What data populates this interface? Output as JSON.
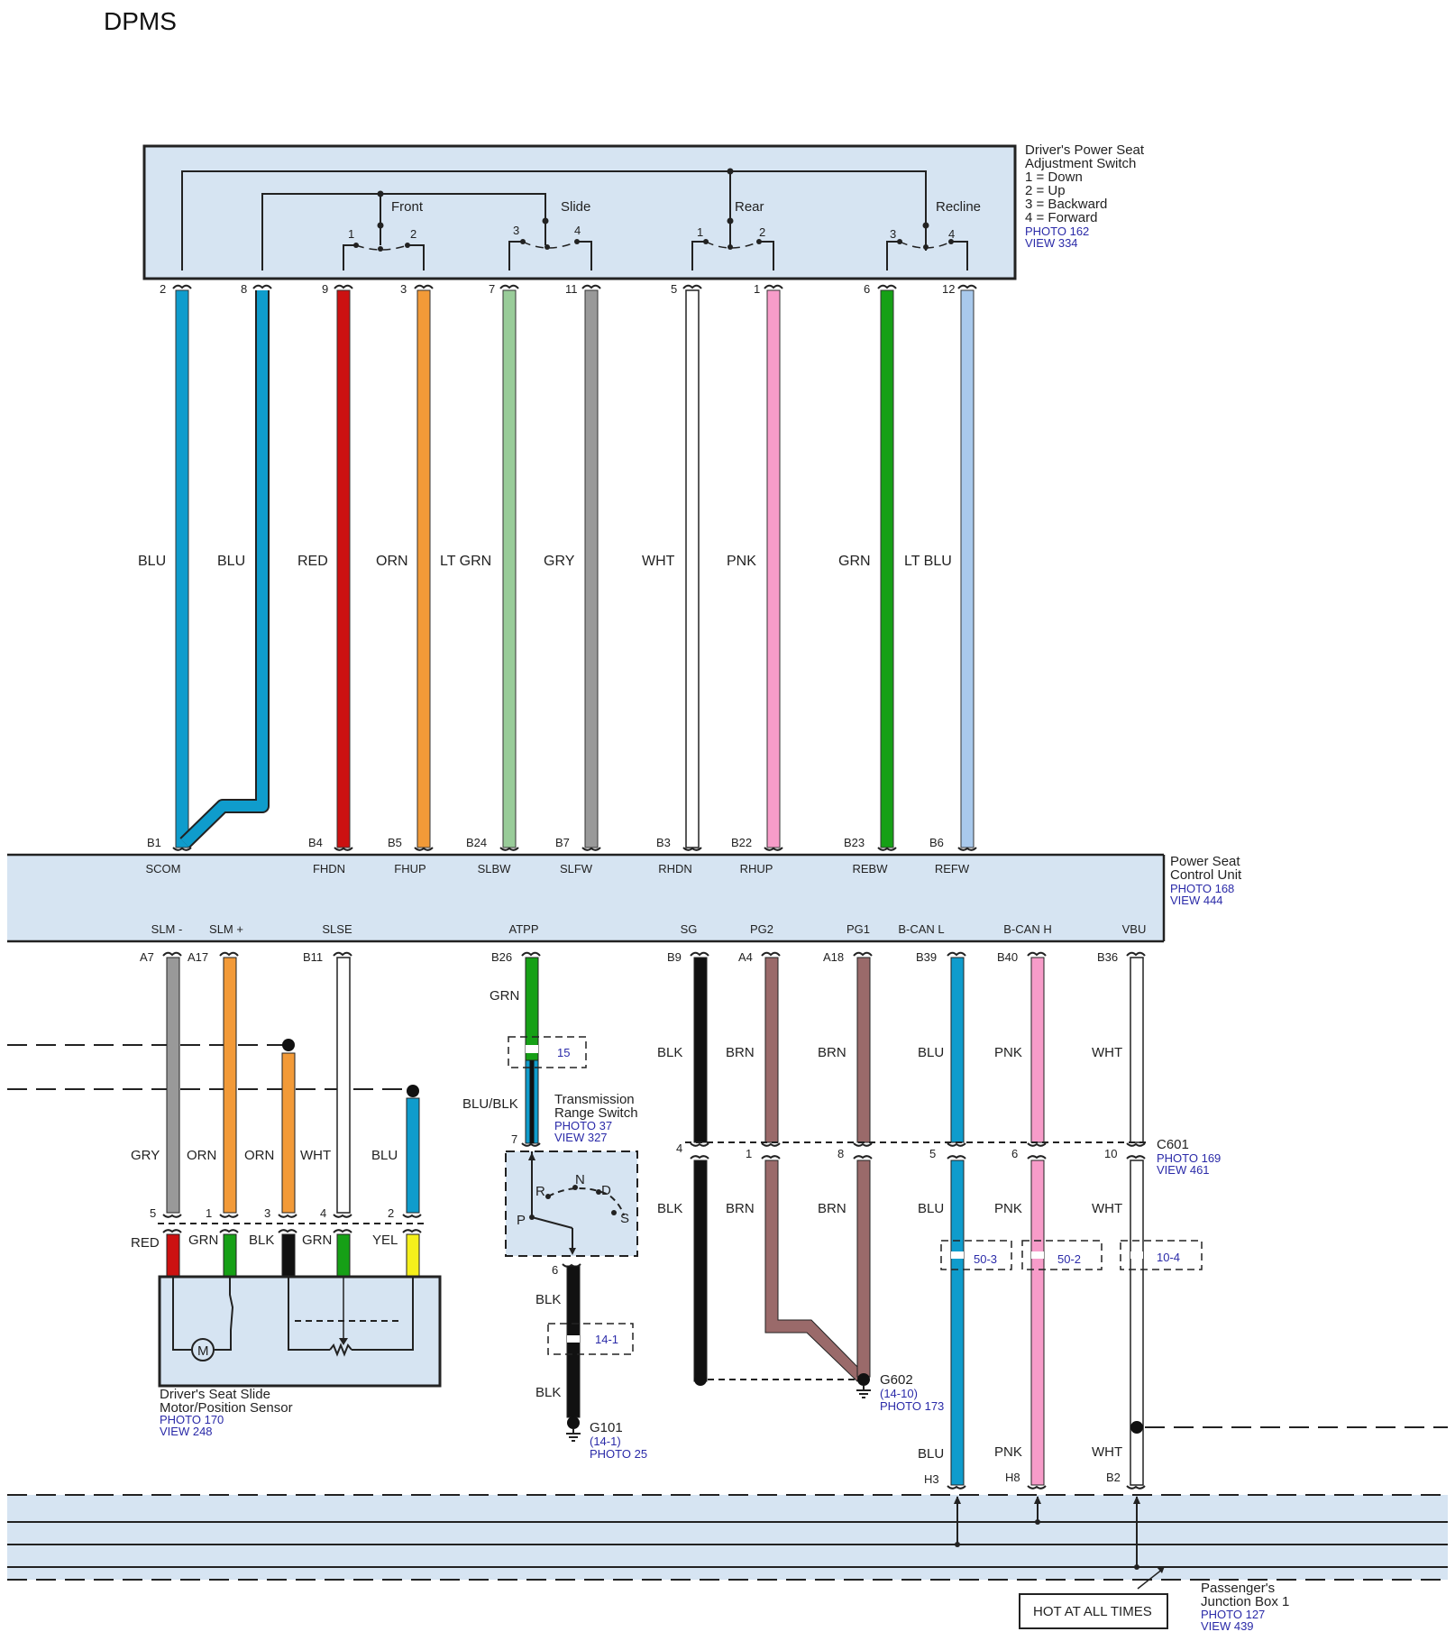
{
  "title": "DPMS",
  "switch": {
    "name_line1": "Driver's Power Seat",
    "name_line2": "Adjustment Switch",
    "legend": [
      "1 = Down",
      "2 = Up",
      "3 = Backward",
      "4 = Forward"
    ],
    "photo": "PHOTO 162",
    "view": "VIEW 334",
    "groups": [
      "Front",
      "Slide",
      "Rear",
      "Recline"
    ],
    "contact_nums": [
      "1",
      "2",
      "3",
      "4",
      "1",
      "2",
      "3",
      "4"
    ]
  },
  "top_wires": [
    {
      "pin": "2",
      "color_name": "BLU",
      "color": "#0f9ccc",
      "end_pin": "B1",
      "signal": "SCOM"
    },
    {
      "pin": "8",
      "color_name": "BLU",
      "color": "#0f9ccc",
      "end_pin": "",
      "signal": ""
    },
    {
      "pin": "9",
      "color_name": "RED",
      "color": "#cc1111",
      "end_pin": "B4",
      "signal": "FHDN"
    },
    {
      "pin": "3",
      "color_name": "ORN",
      "color": "#f29a38",
      "end_pin": "B5",
      "signal": "FHUP"
    },
    {
      "pin": "7",
      "color_name": "LT GRN",
      "color": "#99cc99",
      "end_pin": "B24",
      "signal": "SLBW"
    },
    {
      "pin": "11",
      "color_name": "GRY",
      "color": "#999999",
      "end_pin": "B7",
      "signal": "SLFW"
    },
    {
      "pin": "5",
      "color_name": "WHT",
      "color": "#ffffff",
      "end_pin": "B3",
      "signal": "RHDN"
    },
    {
      "pin": "1",
      "color_name": "PNK",
      "color": "#f79cc9",
      "end_pin": "B22",
      "signal": "RHUP"
    },
    {
      "pin": "6",
      "color_name": "GRN",
      "color": "#16a016",
      "end_pin": "B23",
      "signal": "REBW"
    },
    {
      "pin": "12",
      "color_name": "LT BLU",
      "color": "#a9c9ec",
      "end_pin": "B6",
      "signal": "REFW"
    }
  ],
  "pcu": {
    "name_line1": "Power Seat",
    "name_line2": "Control Unit",
    "photo": "PHOTO 168",
    "view": "VIEW 444",
    "bottom_signals": [
      "SLM -",
      "SLM +",
      "SLSE",
      "ATPP",
      "SG",
      "PG2",
      "PG1",
      "B-CAN L",
      "B-CAN H",
      "VBU"
    ],
    "bottom_pins": [
      "A7",
      "A17",
      "B11",
      "B26",
      "B9",
      "A4",
      "A18",
      "B39",
      "B40",
      "B36"
    ]
  },
  "motor": {
    "name_line1": "Driver's Seat Slide",
    "name_line2": "Motor/Position Sensor",
    "photo": "PHOTO 170",
    "view": "VIEW 248",
    "motor_symbol": "M",
    "upper_colors": [
      "GRY",
      "ORN",
      "ORN",
      "WHT",
      "BLU"
    ],
    "pins": [
      "5",
      "1",
      "3",
      "4",
      "2"
    ],
    "lower_colors": [
      "RED",
      "GRN",
      "BLK",
      "GRN",
      "YEL"
    ]
  },
  "trs": {
    "name_line1": "Transmission",
    "name_line2": "Range Switch",
    "photo": "PHOTO 37",
    "view": "VIEW 327",
    "upper_color": "GRN",
    "connector": "15",
    "middle_color": "BLU/BLK",
    "pin_top": "7",
    "positions": [
      "R",
      "N",
      "D",
      "P",
      "S"
    ],
    "pin_bottom": "6",
    "lower_color1": "BLK",
    "connector2": "14-1",
    "lower_color2": "BLK"
  },
  "g101": {
    "name": "G101",
    "ref": "(14-1)",
    "photo": "PHOTO 25"
  },
  "g602": {
    "name": "G602",
    "ref": "(14-10)",
    "photo": "PHOTO 173"
  },
  "c601": {
    "name": "C601",
    "photo": "PHOTO 169",
    "view": "VIEW 461",
    "pins": [
      "4",
      "1",
      "8",
      "5",
      "6",
      "10"
    ]
  },
  "right_upper_colors": [
    "BLK",
    "BRN",
    "BRN",
    "BLU",
    "PNK",
    "WHT"
  ],
  "right_lower_colors": [
    "BLK",
    "BRN",
    "BRN",
    "BLU",
    "PNK",
    "WHT"
  ],
  "can_connectors": [
    "50-3",
    "50-2",
    "10-4"
  ],
  "bottom_colors": [
    "BLU",
    "PNK",
    "WHT"
  ],
  "pjb_pins": [
    "H3",
    "H8",
    "B2"
  ],
  "pjb": {
    "name_line1": "Passenger's",
    "name_line2": "Junction Box 1",
    "photo": "PHOTO 127",
    "view": "VIEW 439",
    "hot_label": "HOT AT ALL TIMES"
  }
}
